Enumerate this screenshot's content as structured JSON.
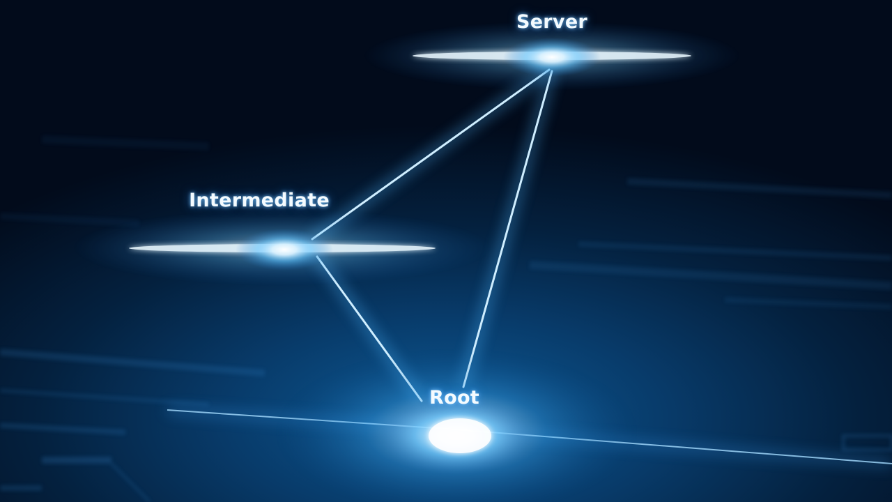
{
  "diagram": {
    "nodes": {
      "server": {
        "label": "Server"
      },
      "intermediate": {
        "label": "Intermediate"
      },
      "root": {
        "label": "Root"
      }
    },
    "edges": [
      {
        "from": "intermediate",
        "to": "server"
      },
      {
        "from": "root",
        "to": "server"
      },
      {
        "from": "root",
        "to": "intermediate"
      }
    ]
  },
  "colors": {
    "background": "#031428",
    "glow": "#4fb8ff",
    "core": "#ffffff"
  }
}
